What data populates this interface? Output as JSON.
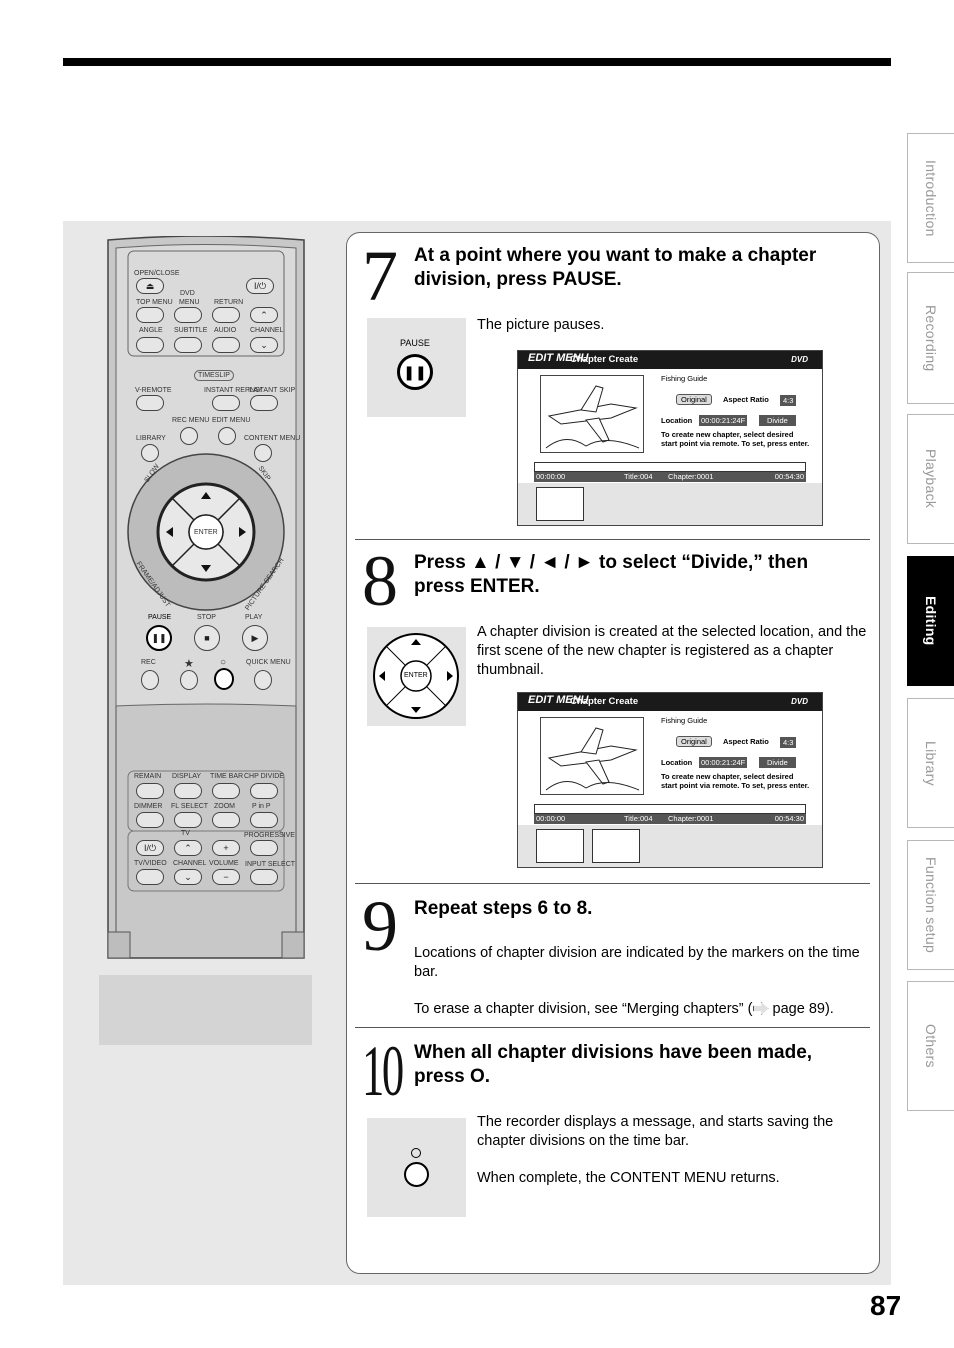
{
  "page_number": "87",
  "tabs": [
    {
      "label": "Introduction",
      "active": false
    },
    {
      "label": "Recording",
      "active": false
    },
    {
      "label": "Playback",
      "active": false
    },
    {
      "label": "Editing",
      "active": true
    },
    {
      "label": "Library",
      "active": false
    },
    {
      "label": "Function setup",
      "active": false
    },
    {
      "label": "Others",
      "active": false
    }
  ],
  "remote": {
    "open_close": "OPEN/CLOSE",
    "dvd": "DVD",
    "top_menu": "TOP MENU",
    "menu": "MENU",
    "return": "RETURN",
    "angle": "ANGLE",
    "subtitle": "SUBTITLE",
    "audio": "AUDIO",
    "channel": "CHANNEL",
    "timeslip": "TIMESLIP",
    "v_remote": "V-REMOTE",
    "instant_replay": "INSTANT REPLAY",
    "instant_skip": "INSTANT SKIP",
    "rec_menu": "REC MENU",
    "edit_menu": "EDIT MENU",
    "library": "LIBRARY",
    "content_menu": "CONTENT MENU",
    "slow": "SLOW",
    "skip": "SKIP",
    "frame_adjust": "FRAME/ADJUST",
    "picture_search": "PICTURE SEARCH",
    "enter": "ENTER",
    "pause": "PAUSE",
    "stop": "STOP",
    "play": "PLAY",
    "rec": "REC",
    "quick_menu": "QUICK MENU",
    "remain": "REMAIN",
    "display": "DISPLAY",
    "time_bar": "TIME BAR",
    "chp_divide": "CHP DIVIDE",
    "dimmer": "DIMMER",
    "fl_select": "FL SELECT",
    "zoom": "ZOOM",
    "p_in_p": "P in P",
    "tv": "TV",
    "progressive": "PROGRESSIVE",
    "tv_video": "TV/VIDEO",
    "channel2": "CHANNEL",
    "volume": "VOLUME",
    "input_select": "INPUT SELECT"
  },
  "steps": [
    {
      "number": "7",
      "heading": "At a point where you want to make a chapter division,  press PAUSE.",
      "icon_label": "PAUSE",
      "text": "The picture pauses."
    },
    {
      "number": "8",
      "heading": "Press ▲ / ▼ / ◄ / ► to select “Divide,” then press ENTER.",
      "icon_label": "ENTER",
      "text": "A chapter division is created at the selected location, and the first scene of the new chapter is registered as a chapter thumbnail."
    },
    {
      "number": "9",
      "heading": "Repeat steps 6 to 8.",
      "text": "Locations of chapter division are indicated by the markers on the time bar.",
      "text2_pre": "To erase a chapter division, see “Merging chapters” (",
      "text2_post": " page 89)."
    },
    {
      "number": "10",
      "heading": "When all chapter divisions have been made, press O.",
      "text": "The recorder displays a message, and starts saving the chapter divisions on the time bar.",
      "text2": "When complete, the CONTENT MENU returns."
    }
  ],
  "screen": {
    "edit_menu": "EDIT MENU",
    "title": "Chapter Create",
    "dvd": "DVD",
    "program": "Fishing Guide",
    "original": "Original",
    "aspect_label": "Aspect Ratio",
    "aspect_value": "4:3",
    "location_label": "Location",
    "location_value": "00:00:21:24F",
    "divide": "Divide",
    "instruction": "To create new chapter, select desired start point via remote. To set, press enter.",
    "time_start": "00:00:00",
    "title_no": "Title:004",
    "chapter_no": "Chapter:0001",
    "time_end": "00:54:30"
  },
  "colors": {
    "active_tab": "#000000",
    "panel_bg": "#e8e8e8",
    "tab_text": "#999999"
  }
}
